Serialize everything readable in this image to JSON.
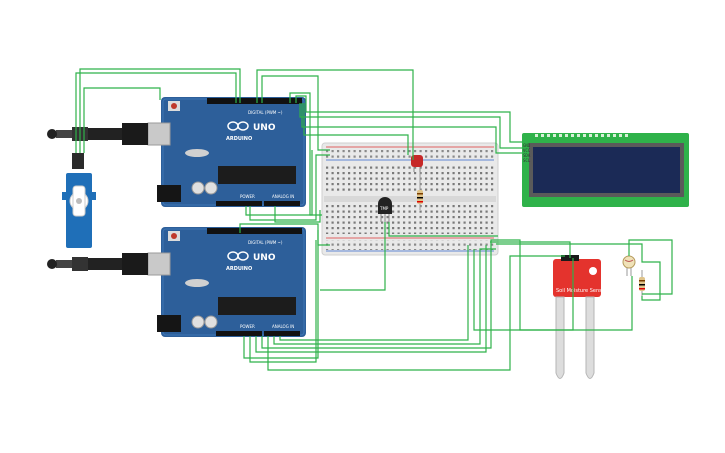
{
  "arduino_top": {
    "brand": "ARDUINO",
    "model": "UNO",
    "digital_label": "DIGITAL (PWM ~)",
    "power_label": "POWER",
    "analog_label": "ANALOG IN"
  },
  "arduino_bottom": {
    "brand": "ARDUINO",
    "model": "UNO",
    "digital_label": "DIGITAL (PWM ~)",
    "power_label": "POWER",
    "analog_label": "ANALOG IN"
  },
  "temperature_sensor": {
    "label": "TMP"
  },
  "soil_sensor": {
    "label": "Soil Moisture Sensor"
  },
  "lcd": {
    "pin_labels": [
      "GND",
      "VCC",
      "SDA",
      "SCL"
    ]
  },
  "colors": {
    "wire": "#2fb24a",
    "arduino": "#2d5f9a",
    "breadboard": "#e9e9e9",
    "lcd_board": "#2fb24a",
    "lcd_screen": "#1b2a56",
    "soil_board": "#e4332d",
    "servo": "#1f6fb8",
    "led": "#c62828"
  },
  "icons": [
    "usb-plug-icon",
    "servo-icon",
    "led-icon",
    "resistor-icon",
    "photoresistor-icon"
  ]
}
